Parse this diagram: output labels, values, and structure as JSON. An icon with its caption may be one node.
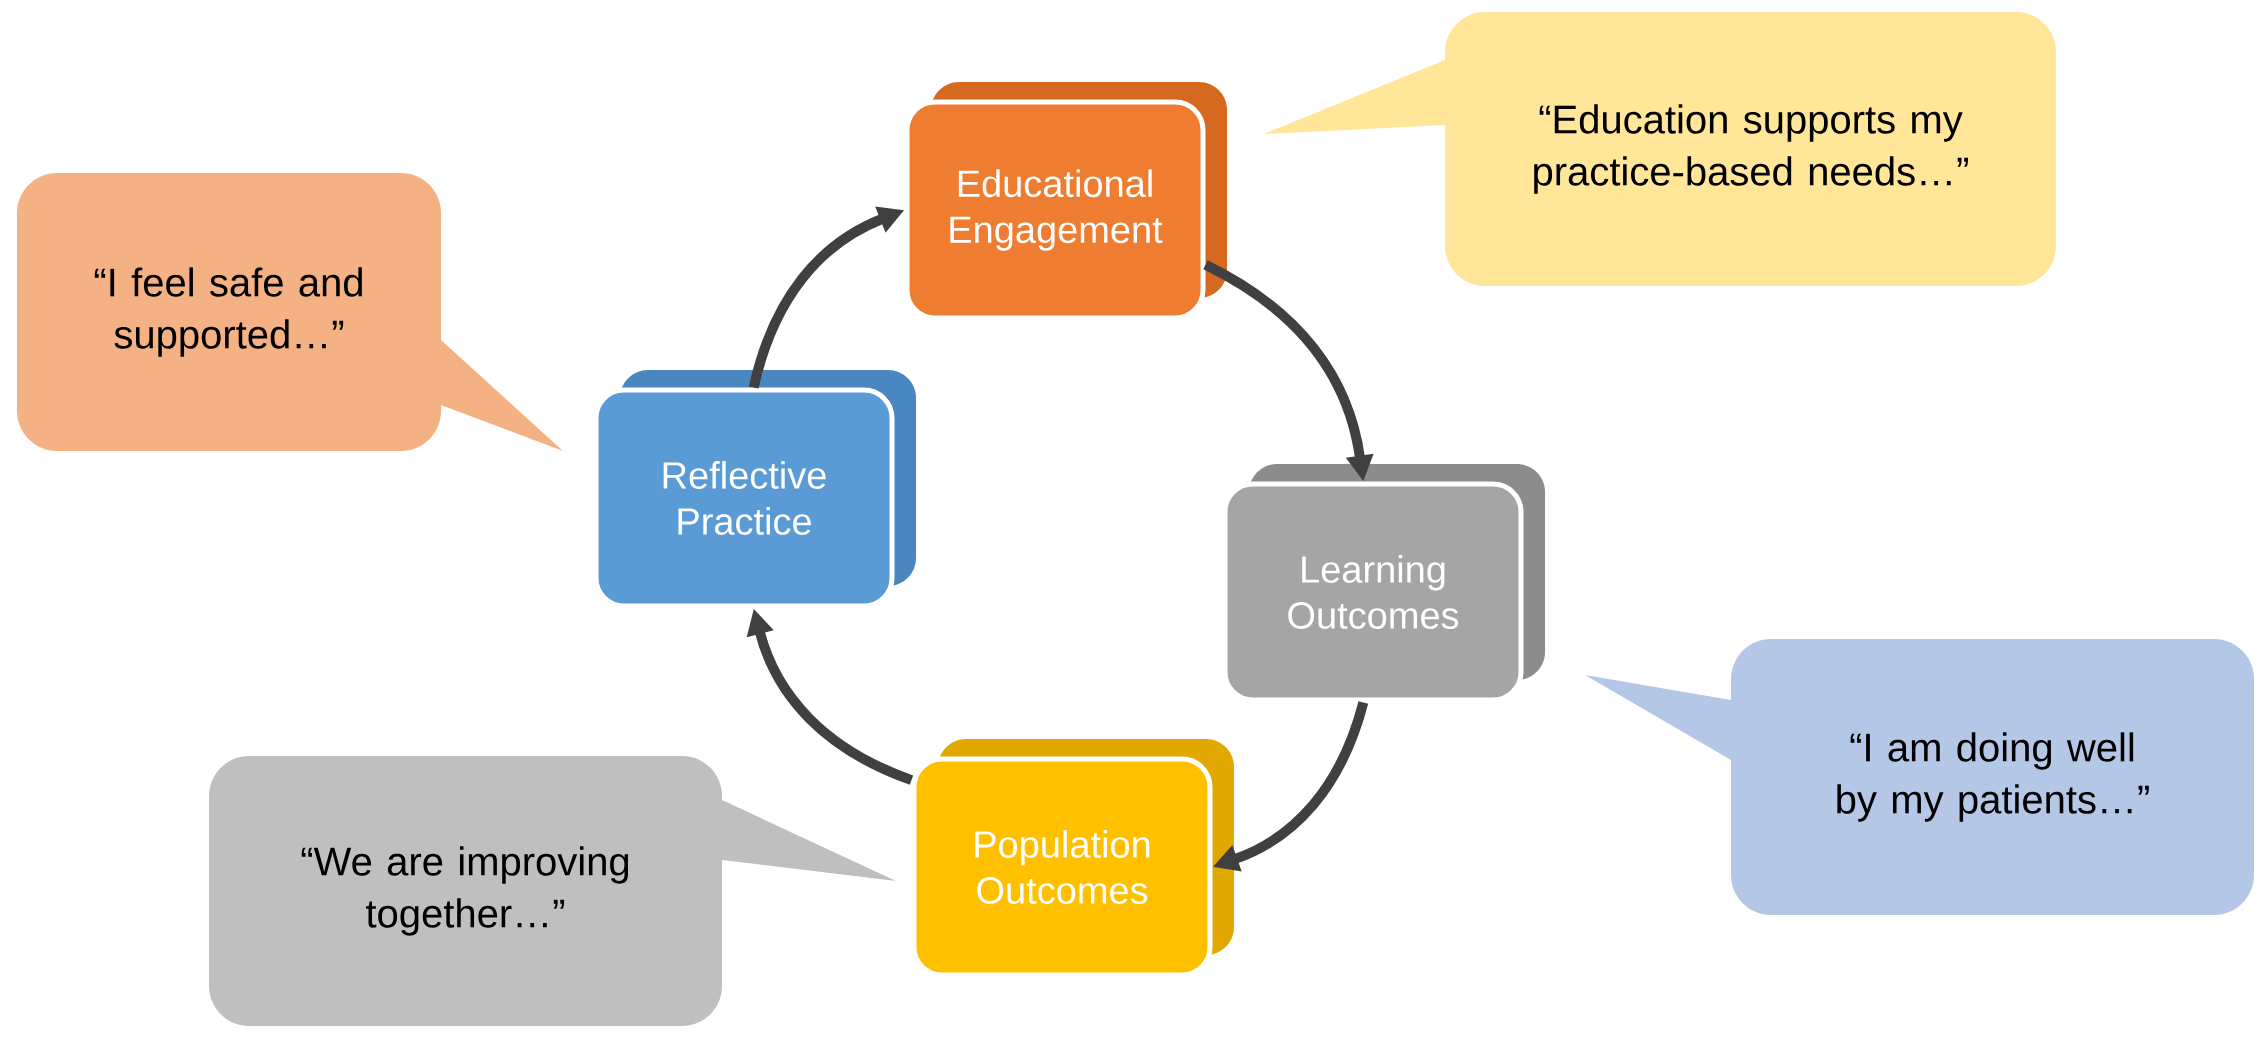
{
  "diagram": {
    "nodes": [
      {
        "text": [
          "Educational Engagement"
        ]
      },
      {
        "text": [
          "Learning Outcomes"
        ]
      },
      {
        "text": [
          "Population Outcomes"
        ]
      },
      {
        "text": [
          "Reflective Practice"
        ]
      },
      {
        "text": [
          "“I feel safe and supported…”"
        ]
      },
      {
        "text": [
          "“Education supports my practice-based needs…”"
        ]
      },
      {
        "text": [
          "“I am doing well by my patients…”"
        ]
      },
      {
        "text": [
          "“We are improving together…”"
        ]
      }
    ],
    "edges": [
      {
        "from": 0,
        "to": 1,
        "arrow": "to"
      },
      {
        "from": 1,
        "to": 2,
        "arrow": "to"
      },
      {
        "from": 2,
        "to": 3,
        "arrow": "to"
      },
      {
        "from": 3,
        "to": 0,
        "arrow": "to"
      }
    ]
  }
}
